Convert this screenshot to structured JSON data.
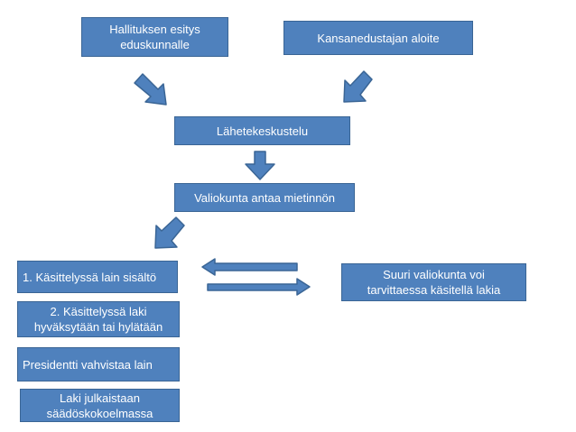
{
  "boxes": {
    "hallituksen_esitys": "Hallituksen esitys\neduskunnalle",
    "kansanedustajan_aloite": "Kansanedustajan aloite",
    "lahetekeskustelu": "Lähetekeskustelu",
    "valiokunta": "Valiokunta antaa mietinnön",
    "kasittely1": "1. Käsittelyssä lain sisältö",
    "kasittely2": "2. Käsittelyssä laki\nhyväksytään tai hylätään",
    "presidentti": "Presidentti vahvistaa lain",
    "julkaistaan": "Laki julkaistaan\nsäädöskokoelmassa",
    "suuri_valiokunta": "Suuri valiokunta voi\ntarvittaessa käsitellä lakia"
  },
  "colors": {
    "box_fill": "#4f81bd",
    "box_border": "#3a6595",
    "text": "#ffffff"
  }
}
